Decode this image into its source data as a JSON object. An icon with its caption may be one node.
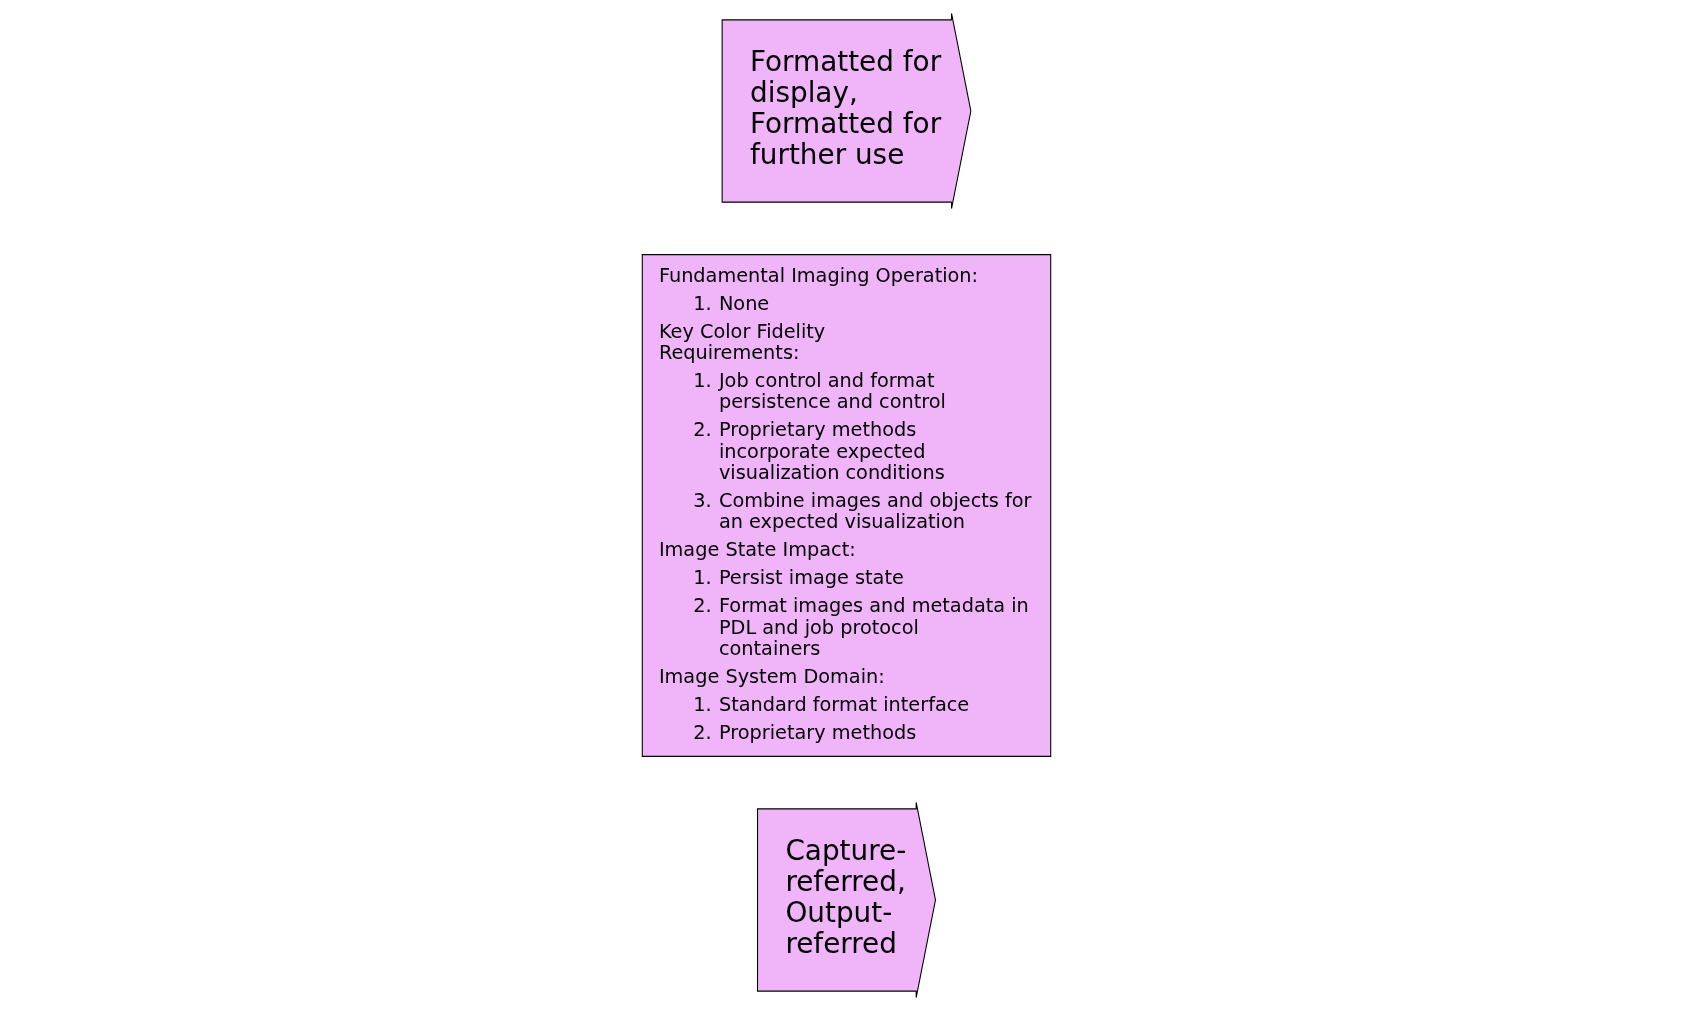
{
  "diagram": {
    "nodes": [
      {
        "text": [
          "Capture-referred, Output-referred"
        ]
      },
      {
        "text": [
          "Fundamental Imaging Operation:",
          "1. None",
          "Key Color Fidelity Requirements:",
          "1. Job control and format persistence and control",
          "2. Proprietary methods incorporate expected visualization conditions",
          "3. Combine images and objects for an expected visualization",
          "Image State Impact:",
          "1. Persist image state",
          "2. Format images and metadata in PDL and job protocol containers",
          "Image System Domain:",
          "1. Standard format interface",
          "2. Proprietary methods"
        ]
      },
      {
        "text": [
          "Formatted for display, Formatted for further use"
        ]
      }
    ],
    "edges": []
  }
}
